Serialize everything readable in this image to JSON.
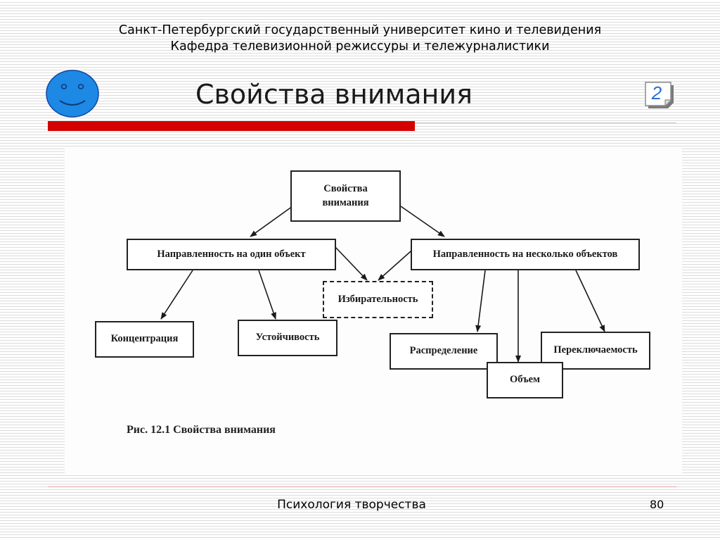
{
  "header": {
    "line1": "Санкт-Петербургский государственный университет  кино и  телевидения",
    "line2": "Кафедра телевизионной режиссуры и тележурналистики"
  },
  "title": "Свойства внимания",
  "badge_number": "2",
  "diagram": {
    "nodes": {
      "root_line1": "Свойства",
      "root_line2": "внимания",
      "single_object": "Направленность на один объект",
      "multiple_objects": "Направленность на  несколько объектов",
      "selectivity": "Избирательность",
      "concentration": "Концентрация",
      "stability": "Устойчивость",
      "distribution": "Распределение",
      "volume": "Объем",
      "switching": "Переключаемость"
    },
    "caption": "Рис. 12.1 Свойства внимания"
  },
  "footer": {
    "subject": "Психология  творчества",
    "page_number": "80"
  },
  "colors": {
    "smiley_face": "#1e88e5",
    "accent_bar": "#d40000",
    "badge_text": "#2a6fd0"
  }
}
